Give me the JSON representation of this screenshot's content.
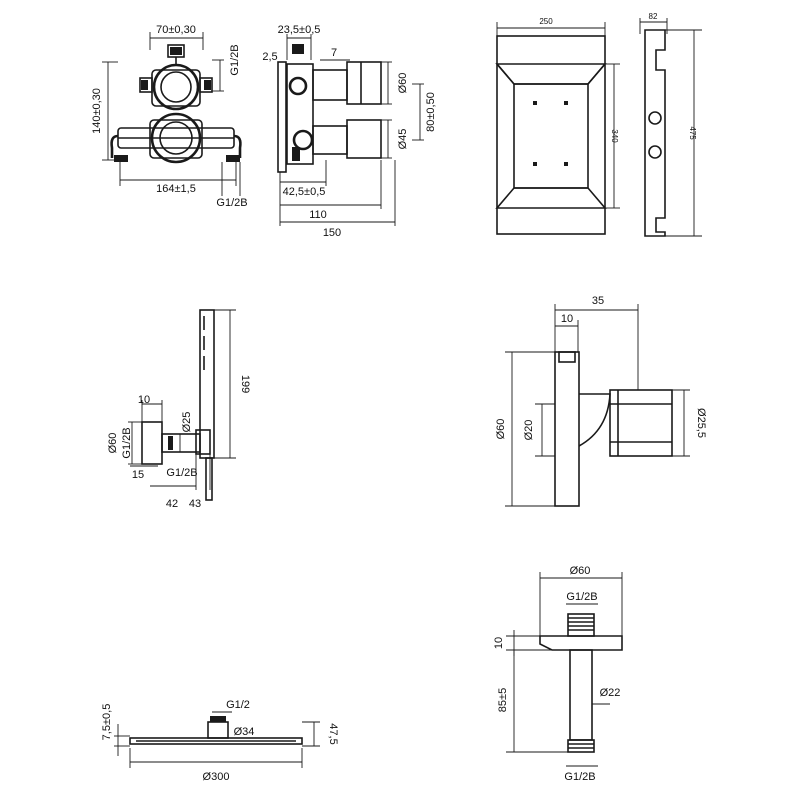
{
  "valve_front": {
    "width_top": "70±0,30",
    "height_left": "140±0,30",
    "width_bottom": "164±1,5",
    "thread_right": "G1/2B",
    "thread_bottom": "G1/2B"
  },
  "valve_side": {
    "top": "23,5±0,5",
    "small_left": "2,5",
    "small_top": "7",
    "dia_upper": "Ø60",
    "dia_lower": "Ø45",
    "height_right": "80±0,50",
    "bottom_small": "42,5±0,5",
    "bottom_mid": "110",
    "bottom_total": "150"
  },
  "box_front": {
    "width": "250",
    "height": "340"
  },
  "box_side": {
    "depth": "82",
    "height": "475"
  },
  "hand_shower": {
    "length": "199",
    "wall_dia": "Ø60",
    "thread": "G1/2B",
    "thread_bottom": "G1/2B",
    "offset_top": "10",
    "hose_dia": "Ø25",
    "offset_bottom": "15",
    "dim_42": "42",
    "dim_43": "43"
  },
  "elbow": {
    "width_total": "35",
    "flange": "10",
    "dia_left": "Ø60",
    "dia_inner": "Ø20",
    "dia_right": "Ø25,5"
  },
  "ceiling_arm": {
    "dia_top": "Ø60",
    "thread_top": "G1/2B",
    "flange": "10",
    "length": "85±5",
    "dia_pipe": "Ø22",
    "thread_bottom": "G1/2B"
  },
  "head_shower": {
    "thread": "G1/2",
    "dia_conn": "Ø34",
    "thickness": "7,5±0,5",
    "height": "47,5",
    "diameter": "Ø300"
  }
}
